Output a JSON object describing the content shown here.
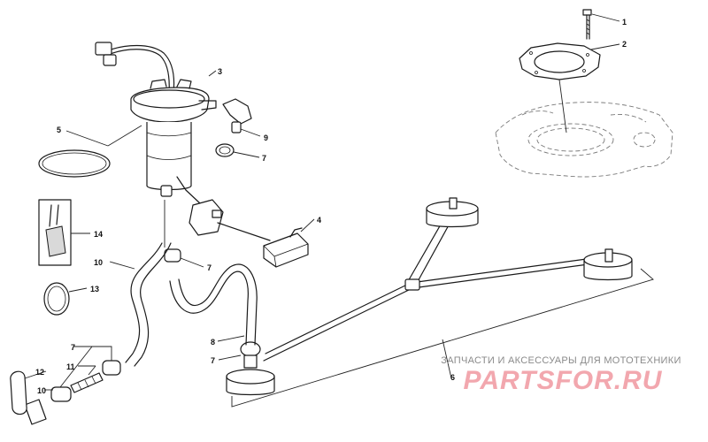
{
  "callouts": [
    "1",
    "2",
    "3",
    "4",
    "5",
    "6",
    "7",
    "7",
    "7",
    "7",
    "8",
    "9",
    "10",
    "10",
    "11",
    "12",
    "13",
    "14"
  ],
  "watermark": {
    "line1": "ЗАПЧАСТИ И АКСЕССУАРЫ ДЛЯ МОТОТЕХНИКИ",
    "logo": "PARTSFOR.RU"
  },
  "colors": {
    "line": "#1a1a1a",
    "watermark_text": "#8a8a8a",
    "watermark_logo": "#f2a7ae"
  }
}
